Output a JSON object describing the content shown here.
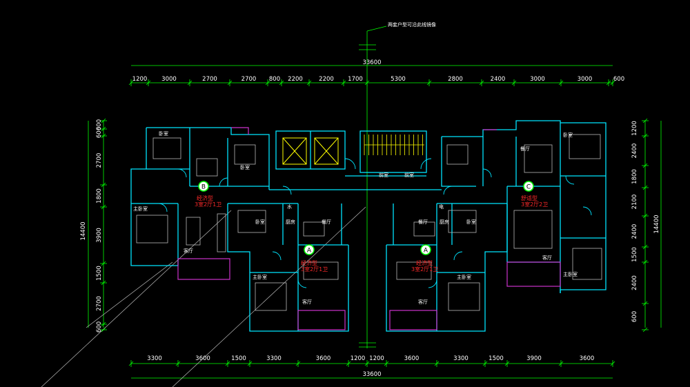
{
  "colors": {
    "background": "#000000",
    "dimension": "#00ff00",
    "wall": "#00e5ff",
    "text": "#ffffff",
    "unit_label": "#ff2a2a",
    "balcony": "#cc33cc",
    "elevator": "#ffff00",
    "furniture": "#b8b8b8"
  },
  "annotation": {
    "note": "两套户型可沿此线镜像"
  },
  "dimensions": {
    "top_total": "33600",
    "top": [
      "1200",
      "3000",
      "2700",
      "2700",
      "800",
      "2200",
      "2200",
      "1700",
      "5300",
      "2800",
      "2400",
      "3000",
      "3000",
      "600"
    ],
    "bottom_total": "33600",
    "bottom": [
      "3300",
      "3600",
      "1500",
      "3300",
      "3600",
      "1200",
      "1200",
      "3600",
      "3300",
      "1500",
      "3900",
      "3600"
    ],
    "left_total": "14400",
    "left": [
      "600",
      "600",
      "2700",
      "1800",
      "3900",
      "1500",
      "2700",
      "600"
    ],
    "right_total": "14400",
    "right": [
      "1200",
      "2400",
      "1800",
      "2100",
      "2400",
      "1500",
      "2400",
      "600"
    ]
  },
  "units": [
    {
      "mark": "B",
      "type": "经济型",
      "layout": "3室2厅1卫"
    },
    {
      "mark": "A",
      "type": "经济型",
      "layout": "3室2厅1卫"
    },
    {
      "mark": "A",
      "type": "经济型",
      "layout": "3室2厅1卫"
    },
    {
      "mark": "C",
      "type": "舒适型",
      "layout": "3室2厅2卫"
    }
  ],
  "rooms": [
    {
      "id": "b-bed-top",
      "label": "卧室"
    },
    {
      "id": "b-bed-2",
      "label": "卧室"
    },
    {
      "id": "b-master",
      "label": "主卧室"
    },
    {
      "id": "b-living",
      "label": "客厅"
    },
    {
      "id": "a1-bed",
      "label": "卧室"
    },
    {
      "id": "a1-kitchen",
      "label": "厨房"
    },
    {
      "id": "a1-dining",
      "label": "餐厅"
    },
    {
      "id": "a1-master",
      "label": "主卧室"
    },
    {
      "id": "a1-living",
      "label": "客厅"
    },
    {
      "id": "a1-water",
      "label": "水"
    },
    {
      "id": "a2-bed",
      "label": "卧室"
    },
    {
      "id": "a2-kitchen",
      "label": "厨房"
    },
    {
      "id": "a2-dining",
      "label": "餐厅"
    },
    {
      "id": "a2-master",
      "label": "主卧室"
    },
    {
      "id": "a2-living",
      "label": "客厅"
    },
    {
      "id": "a2-elec",
      "label": "电"
    },
    {
      "id": "c-bed-top",
      "label": "卧室"
    },
    {
      "id": "c-dining",
      "label": "餐厅"
    },
    {
      "id": "c-living",
      "label": "客厅"
    },
    {
      "id": "c-master",
      "label": "主卧室"
    },
    {
      "id": "core-hall-1",
      "label": "前室"
    },
    {
      "id": "core-hall-2",
      "label": "前室"
    }
  ]
}
